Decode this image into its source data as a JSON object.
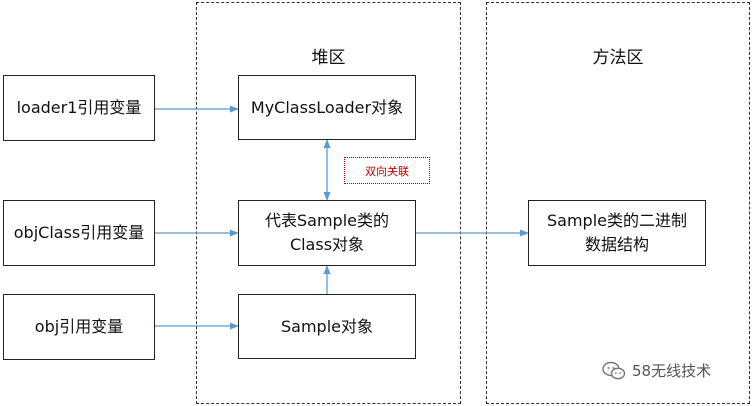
{
  "regions": {
    "heap_title": "堆区",
    "method_area_title": "方法区"
  },
  "nodes": {
    "loader1_var": "loader1引用变量",
    "objclass_var": "objClass引用变量",
    "obj_var": "obj引用变量",
    "myclassloader_obj": "MyClassLoader对象",
    "class_obj_line1": "代表Sample类的",
    "class_obj_line2": "Class对象",
    "sample_obj": "Sample对象",
    "binary_line1": "Sample类的二进制",
    "binary_line2": "数据结构"
  },
  "edges": {
    "bidirectional_label": "双向关联"
  },
  "watermark": {
    "text": "58无线技术",
    "icon": "wechat-icon"
  },
  "colors": {
    "arrow": "#5b9bd5",
    "tag_text": "#cc0000",
    "border": "#222222"
  }
}
